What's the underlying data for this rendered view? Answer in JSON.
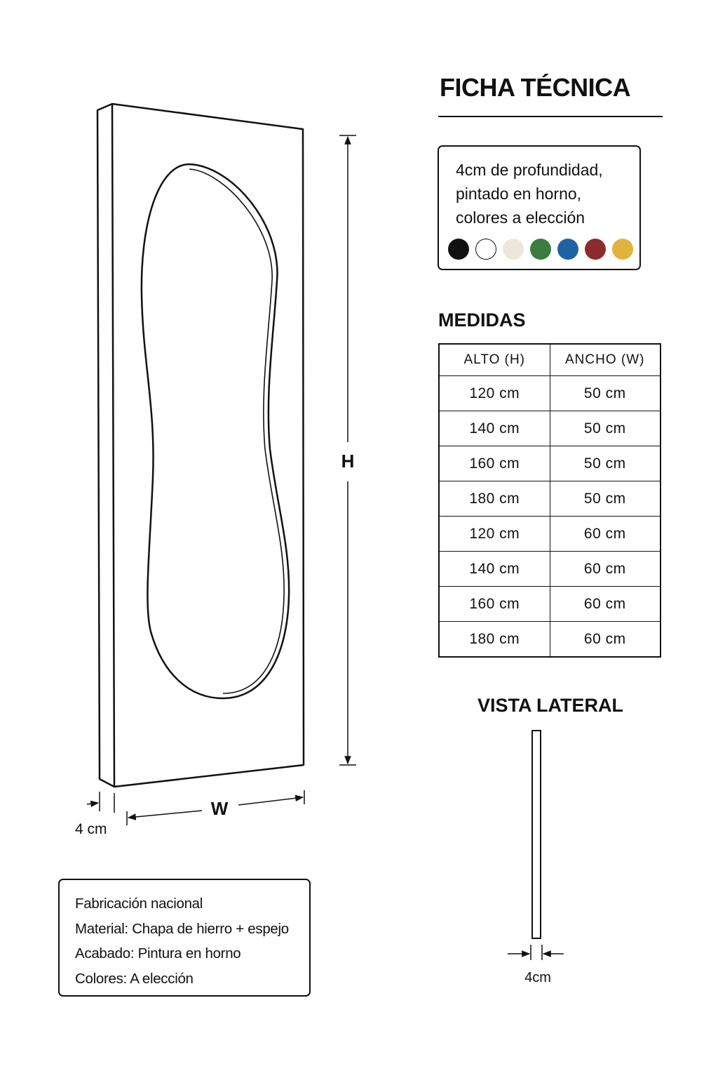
{
  "title": "FICHA TÉCNICA",
  "spec_lines": [
    "4cm de profundidad,",
    "pintado en horno,",
    "colores a elección"
  ],
  "color_swatches": [
    {
      "name": "black-swatch",
      "color": "#111111"
    },
    {
      "name": "white-swatch",
      "color": "#ffffff"
    },
    {
      "name": "cream-swatch",
      "color": "#efe6da"
    },
    {
      "name": "green-swatch",
      "color": "#3b7d3f"
    },
    {
      "name": "blue-swatch",
      "color": "#1f63a3"
    },
    {
      "name": "red-swatch",
      "color": "#8b2b2b"
    },
    {
      "name": "yellow-swatch",
      "color": "#e2b33c"
    }
  ],
  "measures": {
    "title": "MEDIDAS",
    "headers": [
      "ALTO (H)",
      "ANCHO (W)"
    ],
    "rows": [
      [
        "120 cm",
        "50 cm"
      ],
      [
        "140 cm",
        "50 cm"
      ],
      [
        "160 cm",
        "50 cm"
      ],
      [
        "180 cm",
        "50 cm"
      ],
      [
        "120 cm",
        "60 cm"
      ],
      [
        "140 cm",
        "60 cm"
      ],
      [
        "160 cm",
        "60 cm"
      ],
      [
        "180 cm",
        "60 cm"
      ]
    ]
  },
  "drawing": {
    "height_label": "H",
    "width_label": "W",
    "depth_label": "4 cm"
  },
  "side_view": {
    "title": "VISTA LATERAL",
    "depth_label": "4cm"
  },
  "info": [
    "Fabricación nacional",
    "Material: Chapa de hierro + espejo",
    "Acabado: Pintura en horno",
    "Colores: A elección"
  ]
}
